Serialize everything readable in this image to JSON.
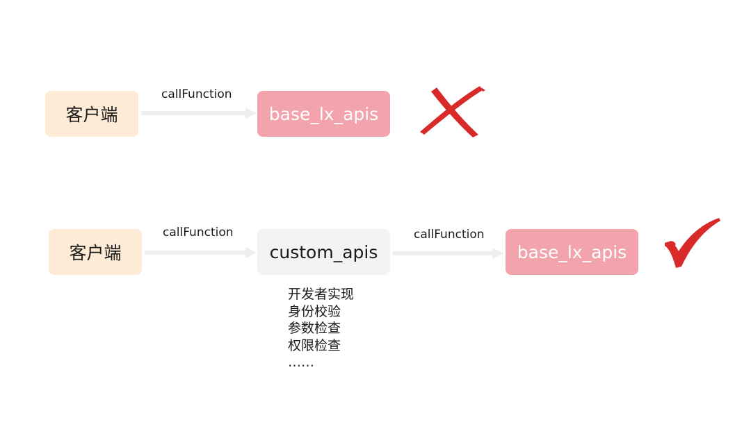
{
  "row1": {
    "client_label": "客户端",
    "call_label": "callFunction",
    "base_label": "base_lx_apis",
    "result_mark": "cross-icon"
  },
  "row2": {
    "client_label": "客户端",
    "call_label_1": "callFunction",
    "custom_label": "custom_apis",
    "call_label_2": "callFunction",
    "base_label": "base_lx_apis",
    "result_mark": "check-icon"
  },
  "custom_notes": [
    "开发者实现",
    "身份校验",
    "参数检查",
    "权限检查",
    "……"
  ],
  "colors": {
    "client_bg": "#fdebd5",
    "base_bg": "#f3a3ab",
    "custom_bg": "#f2f3f5",
    "arrow": "#eeeeee",
    "mark_red": "#d92a2a"
  }
}
